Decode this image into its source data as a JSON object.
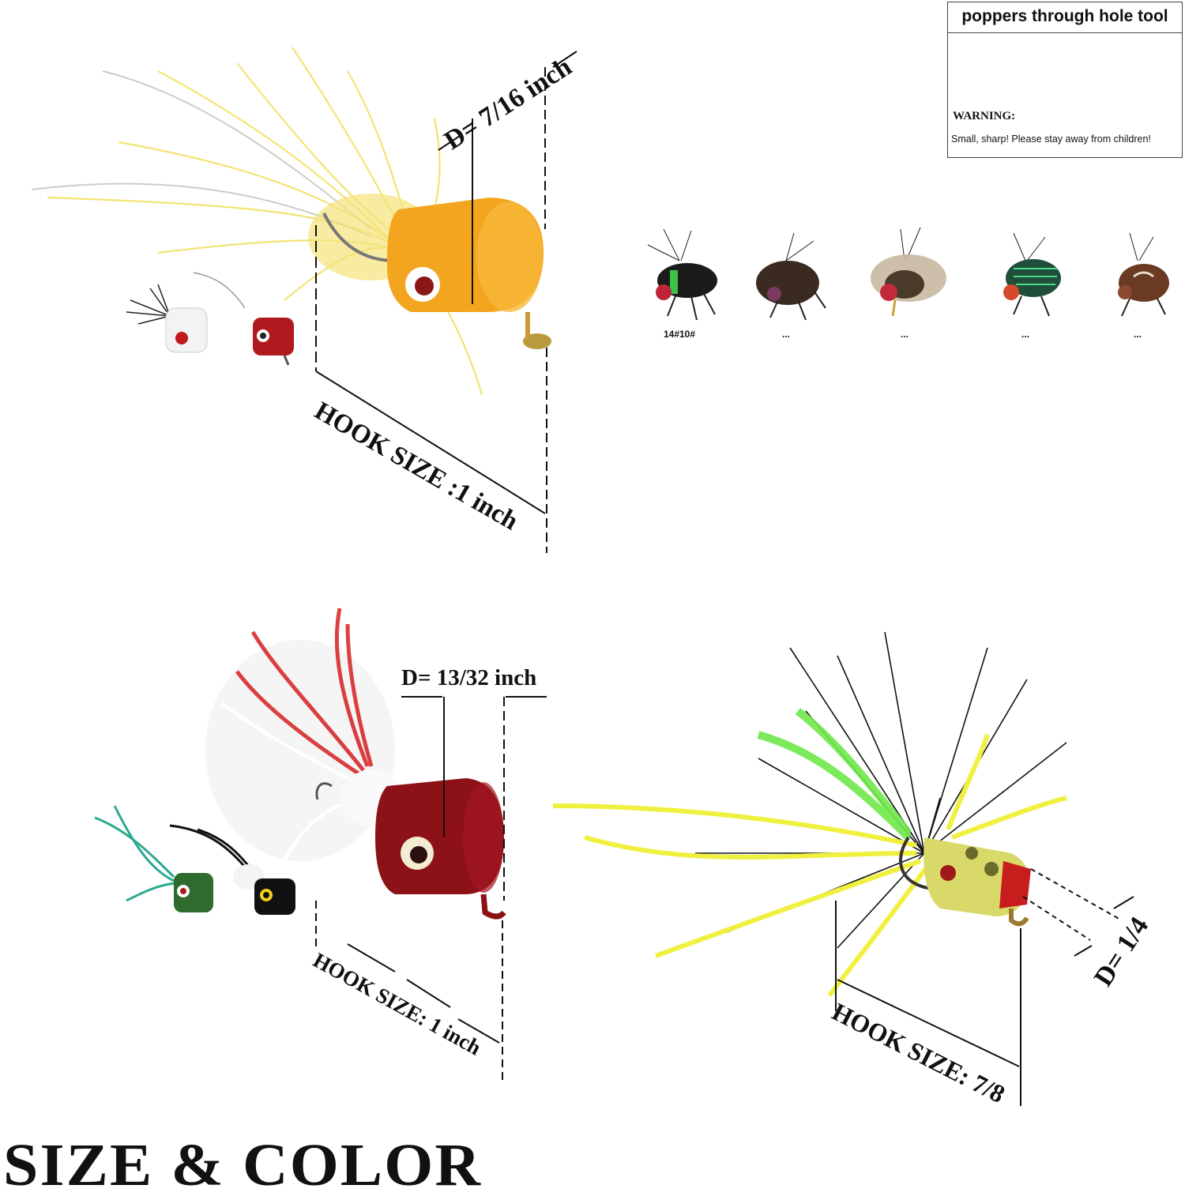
{
  "tool_box": {
    "title": "poppers through hole tool",
    "warning": "WARNING:",
    "note": "Small, sharp! Please stay away from children!"
  },
  "popper_top": {
    "diameter": "D= 7/16 inch",
    "hook": "HOOK SIZE :1 inch"
  },
  "popper_bottom_left": {
    "diameter": "D= 13/32 inch",
    "hook": "HOOK SIZE: 1 inch"
  },
  "popper_bottom_right": {
    "diameter": "D= 1/4",
    "hook": "HOOK SIZE: 7/8"
  },
  "flies": [
    {
      "caption": "14#10#",
      "icon": "fly-green-band-icon"
    },
    {
      "caption": "...",
      "icon": "fly-brown-hair-icon"
    },
    {
      "caption": "...",
      "icon": "fly-tan-hair-icon"
    },
    {
      "caption": "...",
      "icon": "fly-green-shell-icon"
    },
    {
      "caption": "...",
      "icon": "fly-brown-shell-icon"
    }
  ],
  "banner": "SIZE & COLOR",
  "colors": {
    "yellow_popper": "#f3a51f",
    "red_popper": "#8c1218",
    "frog_popper": "#d9d96a",
    "feather_yellow": "#f5e56a",
    "feather_red": "#d62020",
    "feather_green": "#6ee84a"
  }
}
